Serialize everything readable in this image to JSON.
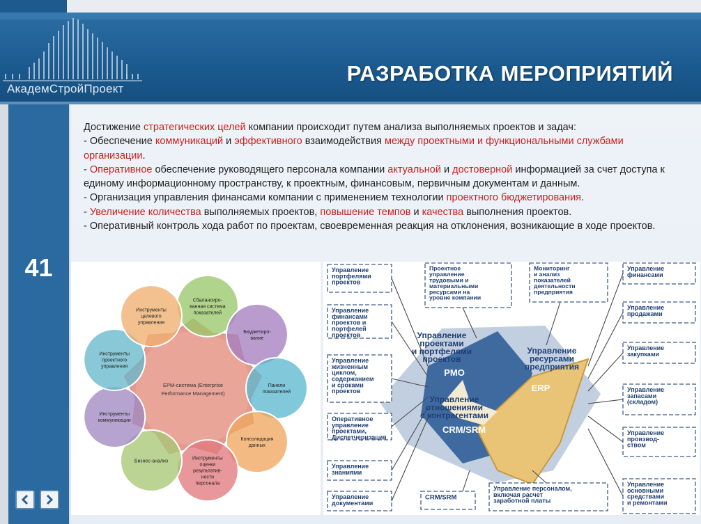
{
  "brand": {
    "name": "АкадемСтройПроект"
  },
  "slide": {
    "title": "РАЗРАБОТКА МЕРОПРИЯТИЙ",
    "number": "41",
    "intro": [
      {
        "t": "Достижение ",
        "red": false
      },
      {
        "t": "стратегических целей",
        "red": true
      },
      {
        "t": " компании происходит путем анализа выполняемых проектов и задач:",
        "red": false
      }
    ],
    "bullets": [
      [
        {
          "t": " - Обеспечение ",
          "red": false
        },
        {
          "t": "коммуникаций",
          "red": true
        },
        {
          "t": " и ",
          "red": false
        },
        {
          "t": "эффективного",
          "red": true
        },
        {
          "t": " взаимодействия ",
          "red": false
        },
        {
          "t": "между проектными и функциональными службами организации",
          "red": true
        },
        {
          "t": ".",
          "red": false
        }
      ],
      [
        {
          "t": " - ",
          "red": false
        },
        {
          "t": "Оперативное",
          "red": true
        },
        {
          "t": " обеспечение руководящего персонала компании ",
          "red": false
        },
        {
          "t": "актуальной",
          "red": true
        },
        {
          "t": " и ",
          "red": false
        },
        {
          "t": "достоверной",
          "red": true
        },
        {
          "t": " информацией за счет доступа к единому информационному пространству, к проектным, финансовым, первичным документам и данным.",
          "red": false
        }
      ],
      [
        {
          "t": " - Организация управления финансами компании с применением технологии ",
          "red": false
        },
        {
          "t": "проектного бюджетирования",
          "red": true
        },
        {
          "t": ".",
          "red": false
        }
      ],
      [
        {
          "t": " - ",
          "red": false
        },
        {
          "t": "Увеличение количества",
          "red": true
        },
        {
          "t": " выполняемых проектов, ",
          "red": false
        },
        {
          "t": "повышение темпов",
          "red": true
        },
        {
          "t": " и ",
          "red": false
        },
        {
          "t": "качества",
          "red": true
        },
        {
          "t": " выполнения проектов.",
          "red": false
        }
      ],
      [
        {
          "t": " - Оперативный контроль хода работ по проектам, своевременная реакция на отклонения, возникающие в ходе проектов.",
          "red": false
        }
      ]
    ]
  },
  "nav": {
    "prev_icon": "chevron-left-icon",
    "next_icon": "chevron-right-icon"
  },
  "epm_diagram": {
    "center": [
      "EPM-система  (Enterprise",
      "Performance Management)"
    ],
    "petals": [
      {
        "lines": [
          "Сбалансиро-",
          "ванная  система",
          "показателей"
        ],
        "color": "#9ac86a"
      },
      {
        "lines": [
          "Бюджетиро-",
          "вание"
        ],
        "color": "#a77fc0"
      },
      {
        "lines": [
          "Панели",
          "показателей"
        ],
        "color": "#5db8cf"
      },
      {
        "lines": [
          "Консолидация",
          "данных"
        ],
        "color": "#f0a860"
      },
      {
        "lines": [
          "Инструменты",
          "оценки",
          "результатив-",
          "ности",
          "персонала"
        ],
        "color": "#e27a7e"
      },
      {
        "lines": [
          "Бизнес-анализ"
        ],
        "color": "#a8c874"
      },
      {
        "lines": [
          "Инструменты",
          "коммуникации"
        ],
        "color": "#a189c3"
      },
      {
        "lines": [
          "Инструменты",
          "проектного",
          "управления"
        ],
        "color": "#68b8cc"
      },
      {
        "lines": [
          "Инструменты",
          "целевого",
          "управления"
        ],
        "color": "#f0b071"
      }
    ]
  },
  "erp_diagram": {
    "left": [
      [
        "Управление",
        "портфелями",
        "проектов"
      ],
      [
        "Управление",
        "финансами",
        "проектов и",
        "портфелей",
        "проектов"
      ],
      [
        "Управление",
        "жизненным",
        "циклом,",
        "содержанием",
        "и сроками",
        "проектов"
      ],
      [
        "Оперативное",
        "управление",
        "проектами,",
        "Диспетчеризация"
      ],
      [
        "Управление",
        "знаниями"
      ],
      [
        "Управление",
        "документами"
      ]
    ],
    "top": [
      [
        "Проектное",
        "управление",
        "трудовыми и",
        "материальными",
        "ресурсами на",
        "уровне компании"
      ],
      [
        "Мониторинг",
        "и анализ",
        "показателей",
        "деятельности",
        "предприятия"
      ]
    ],
    "right": [
      [
        "Управление",
        "финансами"
      ],
      [
        "Управление",
        "продажами"
      ],
      [
        "Управление",
        "закупками"
      ],
      [
        "Управление",
        "запасами",
        "(складом)"
      ],
      [
        "Управление",
        "производ-",
        "ством"
      ],
      [
        "Управление",
        "основными",
        "средствами",
        "и ремонтами"
      ]
    ],
    "bottom": [
      [
        "CRM/SRM"
      ],
      [
        "Управление персоналом,",
        "включая расчет",
        "заработной платы"
      ]
    ],
    "center": {
      "pmo_title": [
        "Управление",
        "проектами",
        "и портфелями",
        "проектов"
      ],
      "pmo": "PMO",
      "erp_title": [
        "Управление",
        "ресурсами",
        "предприятия"
      ],
      "erp": "ERP",
      "crm_title": [
        "Управление",
        "отношениями",
        "с контрагентами"
      ],
      "crm": "CRM/SRM"
    }
  }
}
